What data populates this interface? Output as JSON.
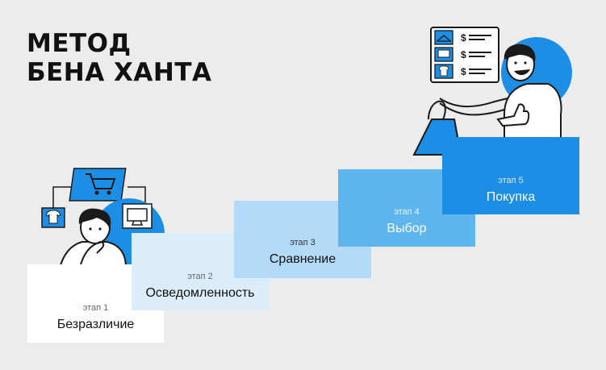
{
  "title": {
    "line1": "МЕТОД",
    "line2": "БЕНА ХАНТА"
  },
  "steps": [
    {
      "label": "этап 1",
      "name": "Безразличие"
    },
    {
      "label": "этап 2",
      "name": "Осведомленность"
    },
    {
      "label": "этап 3",
      "name": "Сравнение"
    },
    {
      "label": "этап 4",
      "name": "Выбор"
    },
    {
      "label": "этап 5",
      "name": "Покупка"
    }
  ],
  "price_list": {
    "currency_symbol": "$"
  },
  "colors": {
    "background": "#ececec",
    "accent_blue": "#1c8ee6",
    "step1": "#ffffff",
    "step2": "#dcedfa",
    "step3": "#b3daf6",
    "step4": "#5fb5ee",
    "step5": "#1c8ee6"
  },
  "icons": [
    "shopping-cart-icon",
    "t-shirt-icon",
    "monitor-icon",
    "clothes-hanger-icon",
    "laptop-icon",
    "shopping-bag-icon"
  ]
}
